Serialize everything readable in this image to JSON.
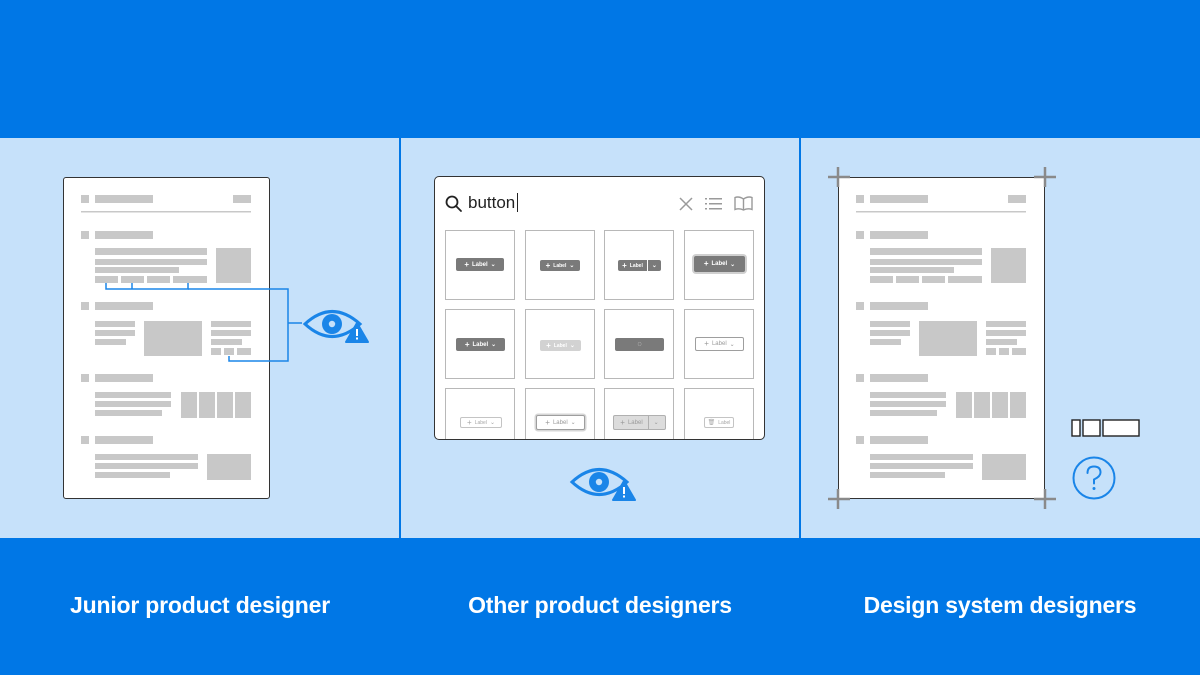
{
  "captions": {
    "junior": "Junior product designer",
    "other": "Other product designers",
    "design_system": "Design system designers"
  },
  "search": {
    "query": "button",
    "icons": [
      "search-icon",
      "close-icon",
      "list-icon",
      "book-icon"
    ]
  },
  "button_variants": [
    {
      "label": "Label",
      "style": "dark"
    },
    {
      "label": "Label",
      "style": "dark-small"
    },
    {
      "label": "Label",
      "style": "dark-split"
    },
    {
      "label": "Label",
      "style": "dark-focused"
    },
    {
      "label": "Label",
      "style": "dark"
    },
    {
      "label": "Label",
      "style": "light"
    },
    {
      "label": "",
      "style": "loading"
    },
    {
      "label": "Label",
      "style": "outline"
    },
    {
      "label": "Label",
      "style": "outline-small"
    },
    {
      "label": "Label",
      "style": "outline"
    },
    {
      "label": "Label",
      "style": "gray-split"
    },
    {
      "label": "Label",
      "style": "outline-trash"
    }
  ],
  "colors": {
    "brand_blue": "#0077e6",
    "panel_bg": "#c6e1fa",
    "wireframe_gray": "#c8c8c8"
  },
  "icons": [
    "eye-warning-icon",
    "question-icon",
    "layout-boxes-icon"
  ]
}
